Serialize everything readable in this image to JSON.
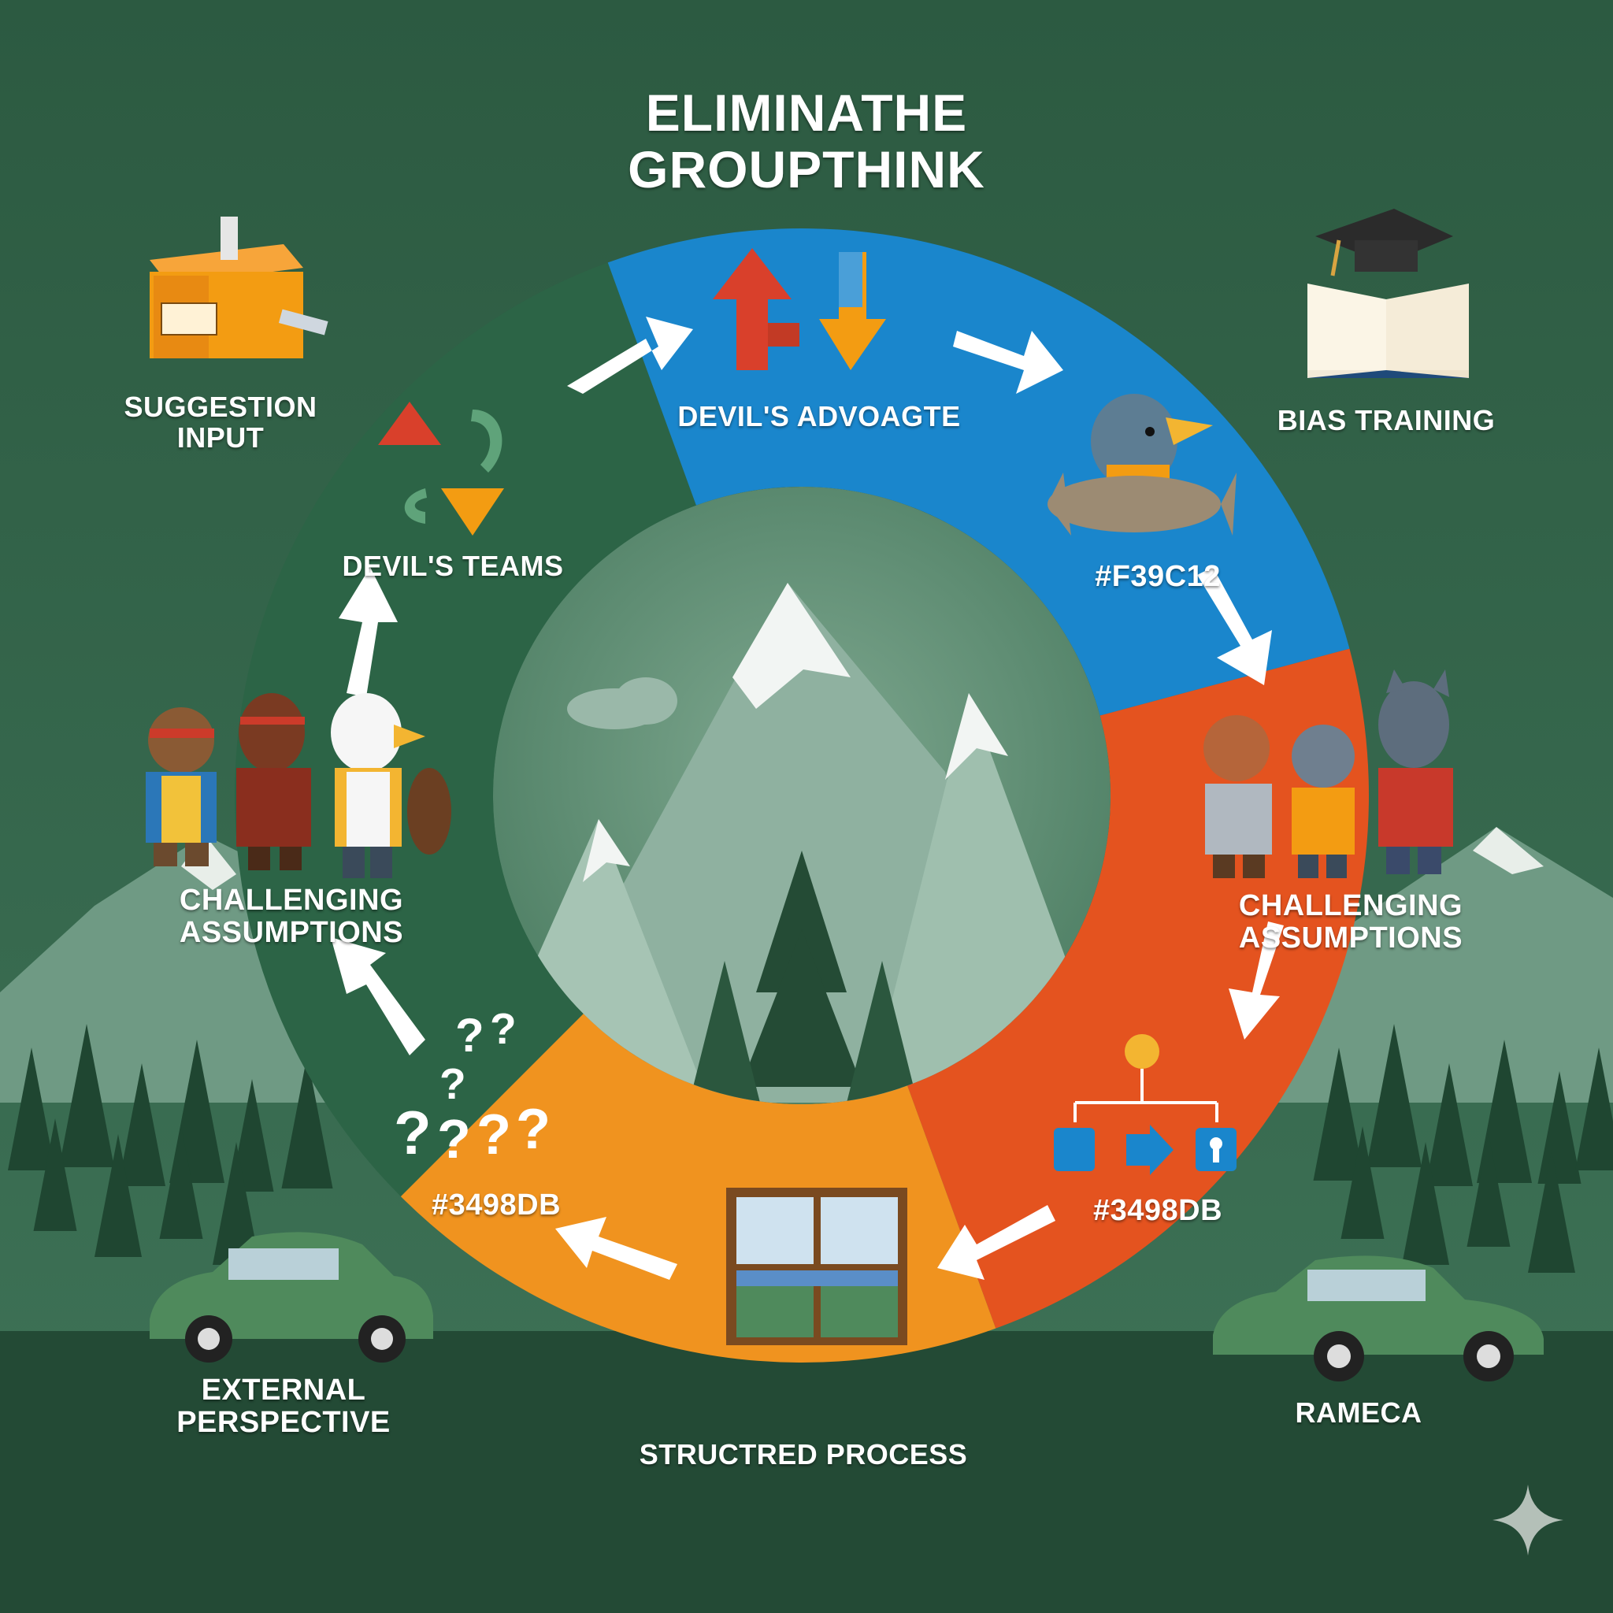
{
  "title": {
    "line1": "ELIMINATHE",
    "line2": "GROUPTHINK"
  },
  "segments": [
    {
      "label": "DEVIL'S ADVOAGTE"
    },
    {
      "label": "#F39C12"
    },
    {
      "label": "CHALLENGING\nASSUMPTIONS"
    },
    {
      "label": "#3498DB"
    },
    {
      "label": "#3498DB"
    },
    {
      "label": "DEVIL'S TEAMS"
    },
    {
      "label": "CHALLENGING\nASSUMPTIONS"
    }
  ],
  "outside": {
    "suggestion": "SUGGESTION\nINPUT",
    "bias": "BIAS TRAINING",
    "external": "EXTERNAL\nPERSPECTIVE",
    "rameca": "RAMECA",
    "structured": "STRUCTRED PROCESS"
  },
  "colors": {
    "background": "#2f5a43",
    "ring_green": "#2c6446",
    "ring_blue": "#1a86cc",
    "ring_red_orange": "#e4531f",
    "ring_orange": "#f0931f",
    "arrow": "#ffffff"
  }
}
